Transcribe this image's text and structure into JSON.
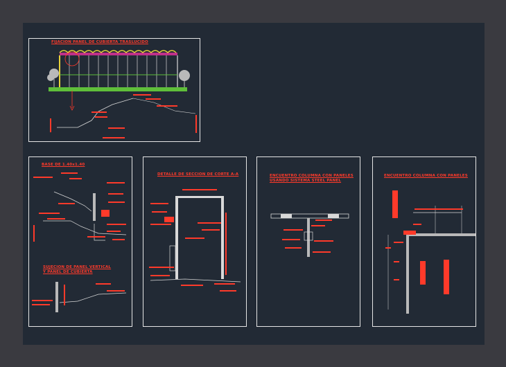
{
  "colors": {
    "background": "#3a3a40",
    "canvas": "#222a35",
    "frame": "#e6e6e6",
    "annotation": "#ff3a2a",
    "structure": "#d9d9d9",
    "ground": "#5fbf3a",
    "accent_magenta": "#c0308a",
    "accent_yellow": "#e8d23a"
  },
  "sheets": [
    {
      "id": "sheet-1",
      "title": "FIJACION PANEL DE CUBIERTA TRASLUCIDO"
    },
    {
      "id": "sheet-2",
      "title": "BASE DE 1.40x1.40",
      "subtitle_line1": "SUJECION DE PANEL VERTICAL",
      "subtitle_line2": "Y PANEL DE CUBIERTA"
    },
    {
      "id": "sheet-3",
      "title": "DETALLE DE SECCION DE CORTE A-A"
    },
    {
      "id": "sheet-4",
      "title_line1": "ENCUENTRO COLUMNA CON PANELES",
      "title_line2": "USANDO SISTEMA STEEL PANEL"
    },
    {
      "id": "sheet-5",
      "title": "ENCUENTRO COLUMNA CON PANELES"
    }
  ]
}
